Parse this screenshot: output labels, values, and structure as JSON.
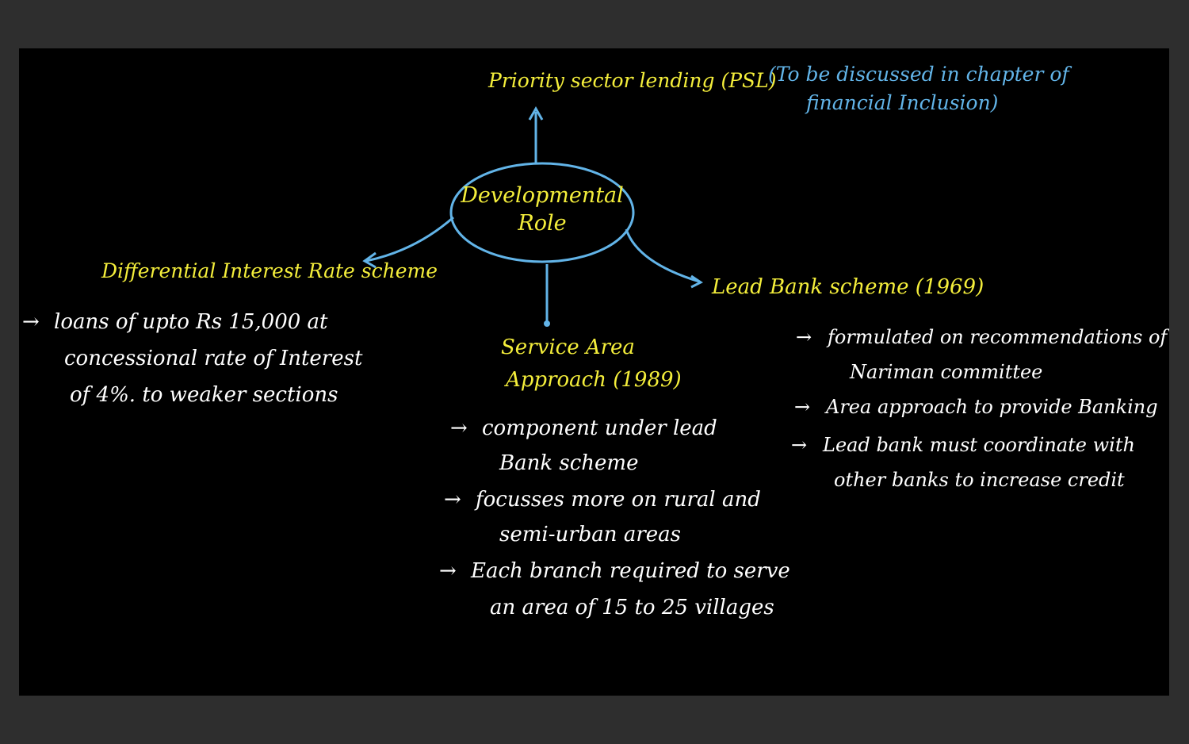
{
  "colors": {
    "background": "#000000",
    "frame": "#2e2e2e",
    "heading": "#f4ee3b",
    "connector": "#62b4e8",
    "note": "#62b4e8",
    "body": "#ffffff"
  },
  "center": {
    "line1": "Developmental",
    "line2": "Role"
  },
  "psl": {
    "title": "Priority sector lending (PSL)",
    "note_line1": "(To be discussed in chapter of",
    "note_line2": "financial Inclusion)"
  },
  "dirs": {
    "title": "Differential Interest Rate scheme",
    "bullet_line1": "loans of upto Rs 15,000 at",
    "bullet_line2": "concessional rate of Interest",
    "bullet_line3": "of 4%. to weaker sections"
  },
  "saa": {
    "title_line1": "Service Area",
    "title_line2": "Approach (1989)",
    "bullets": [
      {
        "line1": "component under lead",
        "line2": "Bank scheme"
      },
      {
        "line1": "focusses more on rural and",
        "line2": "semi-urban areas"
      },
      {
        "line1": "Each branch required to serve",
        "line2": "an area of 15 to 25 villages"
      }
    ]
  },
  "lbs": {
    "title": "Lead Bank scheme (1969)",
    "bullets": [
      {
        "line1": "formulated on recommendations of",
        "line2": "Nariman committee"
      },
      {
        "line1": "Area approach to provide Banking",
        "line2": ""
      },
      {
        "line1": "Lead bank must coordinate with",
        "line2": "other banks to increase credit"
      }
    ]
  },
  "arrow_symbol": "→"
}
